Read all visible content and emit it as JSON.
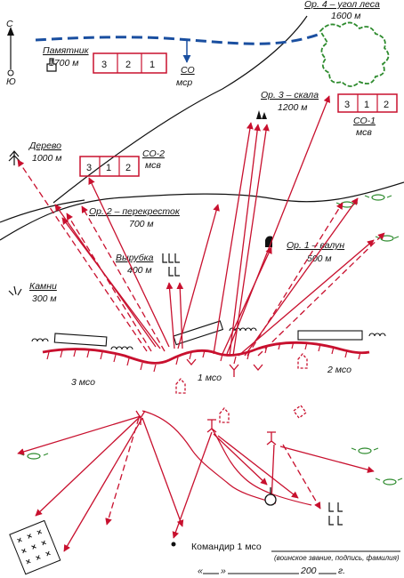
{
  "compass": {
    "north": "С",
    "south": "Ю"
  },
  "landmarks": {
    "pamyatnik": {
      "name": "Памятник",
      "dist": "1700 м"
    },
    "derevo": {
      "name": "Дерево",
      "dist": "1000 м"
    },
    "kamni": {
      "name": "Камни",
      "dist": "300 м"
    },
    "or4": {
      "name": "Ор. 4 – угол леса",
      "dist": "1600 м"
    },
    "or3": {
      "name": "Ор. 3 – скала",
      "dist": "1200 м"
    },
    "or2": {
      "name": "Ор. 2 – перекресток",
      "dist": "700 м"
    },
    "or1": {
      "name": "Ор. 1 – валун",
      "dist": "500 м"
    },
    "vyrubka": {
      "name": "Вырубка",
      "dist": "400 м"
    }
  },
  "sectors": {
    "so_msr": {
      "cells": [
        "3",
        "2",
        "1"
      ],
      "name": "СО",
      "unit": "мср"
    },
    "so1": {
      "cells": [
        "3",
        "1",
        "2"
      ],
      "name": "СО-1",
      "unit": "мсв"
    },
    "so2": {
      "cells": [
        "3",
        "1",
        "2"
      ],
      "name": "СО-2",
      "unit": "мсв"
    }
  },
  "units": {
    "left": "3 мсо",
    "center": "1 мсо",
    "right": "2 мсо"
  },
  "footer": {
    "commander": "Командир 1 мсо",
    "note": "(воинское звание, подпись, фамилия)",
    "date_quote_open": "«",
    "date_quote_close": "»",
    "year_text": "200",
    "year_suffix": "г."
  },
  "colors": {
    "fire": "#c8102e",
    "blue": "#1a4fa0",
    "green": "#2e8b2e",
    "ink": "#111111"
  }
}
